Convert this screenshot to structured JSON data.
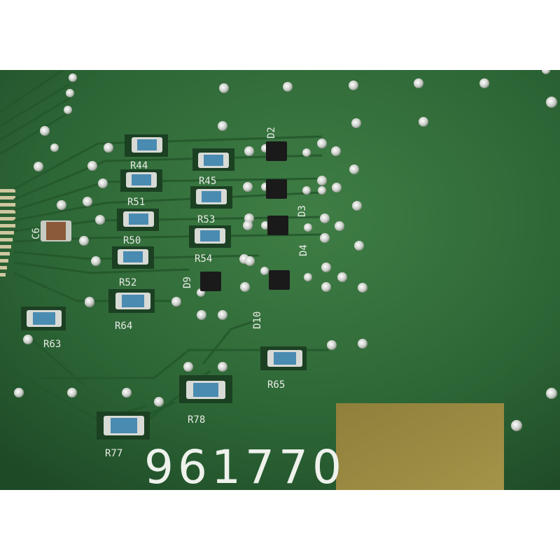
{
  "silkscreen": {
    "resistors": [
      {
        "id": "r44",
        "label": "R44"
      },
      {
        "id": "r45",
        "label": "R45"
      },
      {
        "id": "r51",
        "label": "R51"
      },
      {
        "id": "r53",
        "label": "R53"
      },
      {
        "id": "r50",
        "label": "R50"
      },
      {
        "id": "r54",
        "label": "R54"
      },
      {
        "id": "r52",
        "label": "R52"
      },
      {
        "id": "r64",
        "label": "R64"
      },
      {
        "id": "r63",
        "label": "R63"
      },
      {
        "id": "r65",
        "label": "R65"
      },
      {
        "id": "r78",
        "label": "R78"
      },
      {
        "id": "r77",
        "label": "R77"
      }
    ],
    "diodes": [
      {
        "id": "d2",
        "label": "D2"
      },
      {
        "id": "d3",
        "label": "D3"
      },
      {
        "id": "d4",
        "label": "D4"
      },
      {
        "id": "d9",
        "label": "D9"
      },
      {
        "id": "d10",
        "label": "D10"
      }
    ],
    "capacitor_label": "C6",
    "board_number": "961770"
  },
  "colors": {
    "board": "#2f6b3a",
    "board_dark": "#1f4d27",
    "trace": "#2a6233",
    "silkscreen": "#e8ece6",
    "pad": "#c9ccc8",
    "gold_pad": "#9a8a3e"
  }
}
